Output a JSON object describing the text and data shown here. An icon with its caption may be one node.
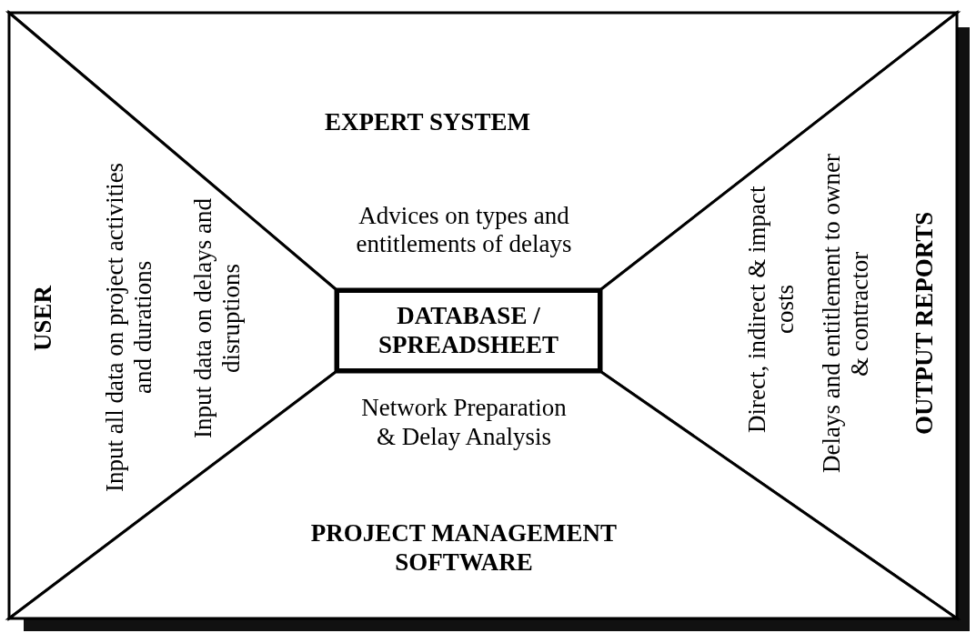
{
  "diagram": {
    "nodes": [
      {
        "text": [
          "EXPERT SYSTEM",
          "Advices on types and entitlements of delays"
        ]
      },
      {
        "text": [
          "USER",
          "Input all data on project activities and durations",
          "Input data on delays and disruptions"
        ]
      },
      {
        "text": [
          "DATABASE / SPREADSHEET"
        ]
      },
      {
        "text": [
          "Direct, indirect & impact costs",
          "Delays and entitlement to owner & contractor",
          "OUTPUT REPORTS"
        ]
      },
      {
        "text": [
          "Network Preparation & Delay Analysis",
          "PROJECT MANAGEMENT SOFTWARE"
        ]
      }
    ],
    "edges": []
  }
}
